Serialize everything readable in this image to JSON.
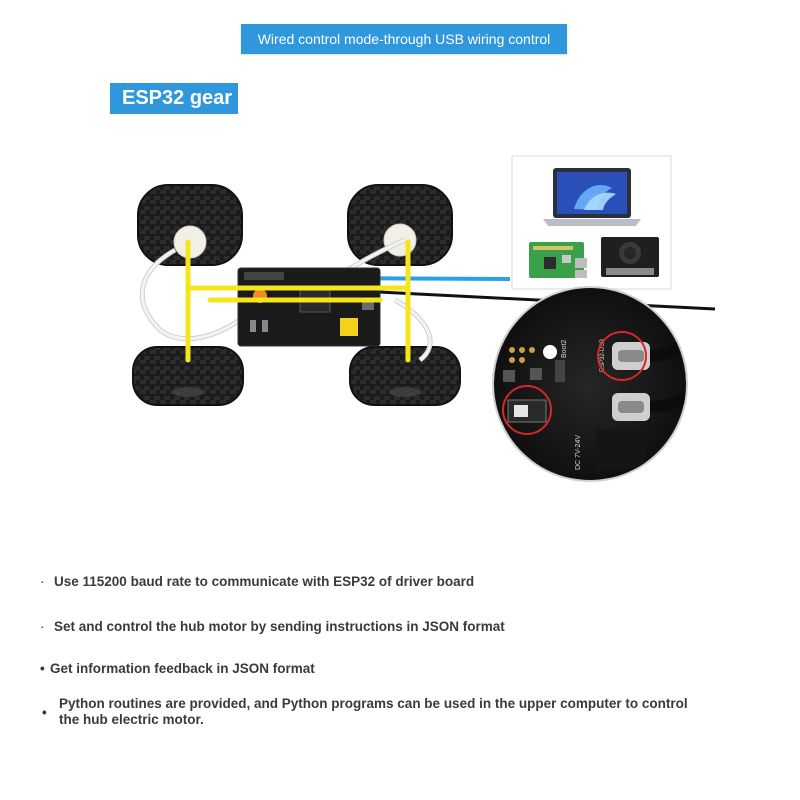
{
  "header": {
    "banner_text": "Wired control mode-through USB wiring control",
    "section_title": "ESP32 gear"
  },
  "diagram": {
    "board_labels": {
      "boot": "Boot2",
      "esp_usb": "ESP32-USB",
      "power": "DC 7V-24V"
    },
    "colors": {
      "banner_blue": "#2f98dc",
      "yellow_wire": "#f5e51a",
      "usb_cable_blue": "#2aa0e6",
      "highlight_red": "#d8262a"
    },
    "icons": [
      "laptop-icon",
      "raspberry-pi-icon",
      "jetson-board-icon"
    ]
  },
  "bullets": [
    {
      "marker": "·",
      "text": "Use 115200 baud rate to communicate with ESP32 of driver board"
    },
    {
      "marker": "·",
      "text": "Set and control the hub motor by sending instructions in JSON format"
    },
    {
      "marker": "•",
      "text": "Get information feedback in JSON format"
    },
    {
      "marker": "•",
      "text": "Python routines are provided, and Python programs can be used in the upper computer to control the hub electric motor."
    }
  ]
}
